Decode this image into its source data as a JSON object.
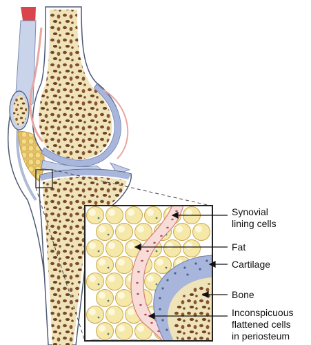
{
  "labels": {
    "synovial_lining": [
      "Synovial",
      "lining cells"
    ],
    "fat": "Fat",
    "cartilage": "Cartilage",
    "bone": "Bone",
    "periosteum": [
      "Inconspicuous",
      "flattened cells",
      "in periosteum"
    ]
  },
  "colors": {
    "bone_fill": "#efe3b9",
    "bone_pore": "#7a4a2a",
    "cartilage": "#a9b6db",
    "fat_cell": "#f5e8a8",
    "synovium": "#e8a6a1",
    "muscle": "#d8454a",
    "outline": "#4d5a74",
    "box": "#222222"
  },
  "icons": [
    "callout-box",
    "pointer-arrow"
  ]
}
